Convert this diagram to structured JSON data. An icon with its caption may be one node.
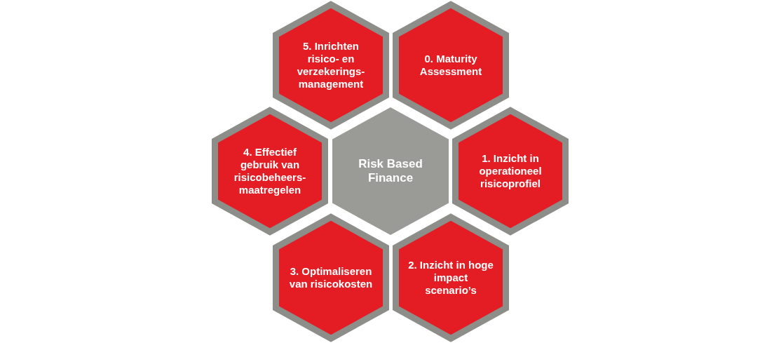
{
  "diagram": {
    "nodes": [
      {
        "text": [
          "5. Inrichten risico- en verzekerings-management"
        ]
      },
      {
        "text": [
          "0. Maturity Assessment"
        ]
      },
      {
        "text": [
          "4. Effectief gebruik van risicobeheers-maatregelen"
        ]
      },
      {
        "text": [
          "Risk Based Finance"
        ]
      },
      {
        "text": [
          "1. Inzicht in operationeel risicoprofiel"
        ]
      },
      {
        "text": [
          "3. Optimaliseren van risicokosten"
        ]
      },
      {
        "text": [
          "2. Inzicht in hoge impact scenario’s"
        ]
      }
    ]
  }
}
